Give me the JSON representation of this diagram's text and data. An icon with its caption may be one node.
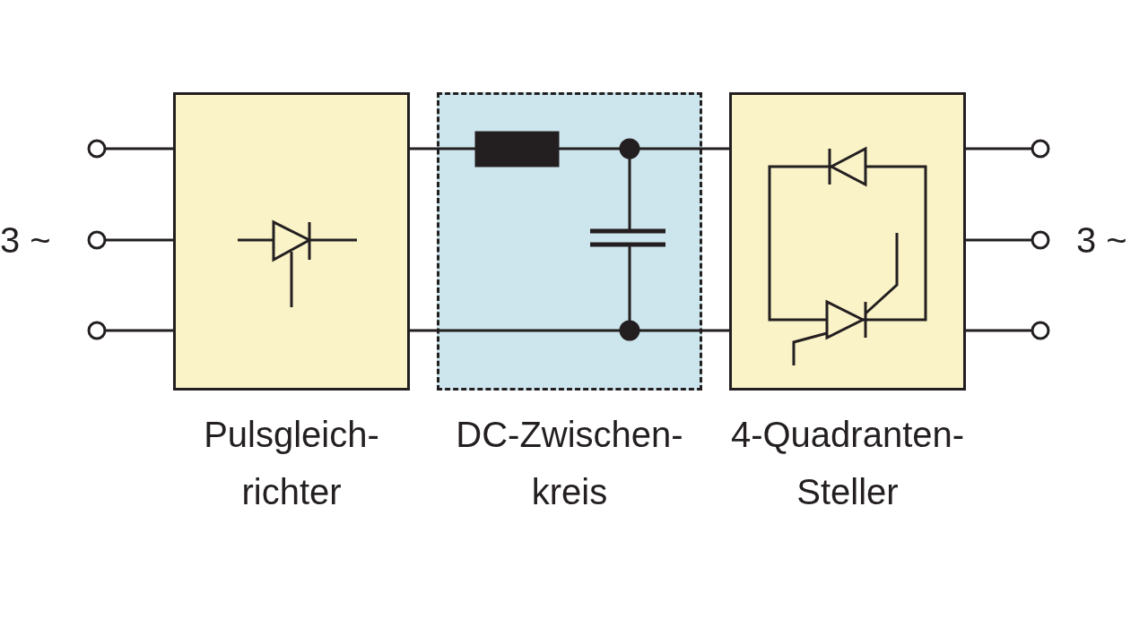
{
  "diagram": {
    "nodes": [
      {
        "text": [],
        "shape": "circle"
      },
      {
        "text": [],
        "shape": "circle"
      },
      {
        "text": [],
        "shape": "circle"
      },
      {
        "text": [
          "Pulsgleich- richter"
        ]
      },
      {
        "text": [
          "DC-Zwischen- kreis"
        ]
      },
      {
        "text": [
          "4-Quadranten- Steller"
        ]
      },
      {
        "text": [],
        "shape": "circle"
      },
      {
        "text": [],
        "shape": "circle"
      },
      {
        "text": [],
        "shape": "circle"
      }
    ],
    "edges": [
      {
        "from": 0,
        "to": 3,
        "arrow": "none"
      },
      {
        "from": 1,
        "to": 3,
        "arrow": "none"
      },
      {
        "from": 2,
        "to": 3,
        "arrow": "none"
      },
      {
        "from": 3,
        "to": 4,
        "arrow": "none"
      },
      {
        "from": 3,
        "to": 4,
        "arrow": "none"
      },
      {
        "from": 4,
        "to": 5,
        "arrow": "none"
      },
      {
        "from": 4,
        "to": 5,
        "arrow": "none"
      },
      {
        "from": 5,
        "to": 6,
        "arrow": "none"
      },
      {
        "from": 5,
        "to": 7,
        "arrow": "none"
      },
      {
        "from": 5,
        "to": 8,
        "arrow": "none"
      }
    ],
    "labels": [
      "3 ~",
      "3 ~"
    ]
  }
}
